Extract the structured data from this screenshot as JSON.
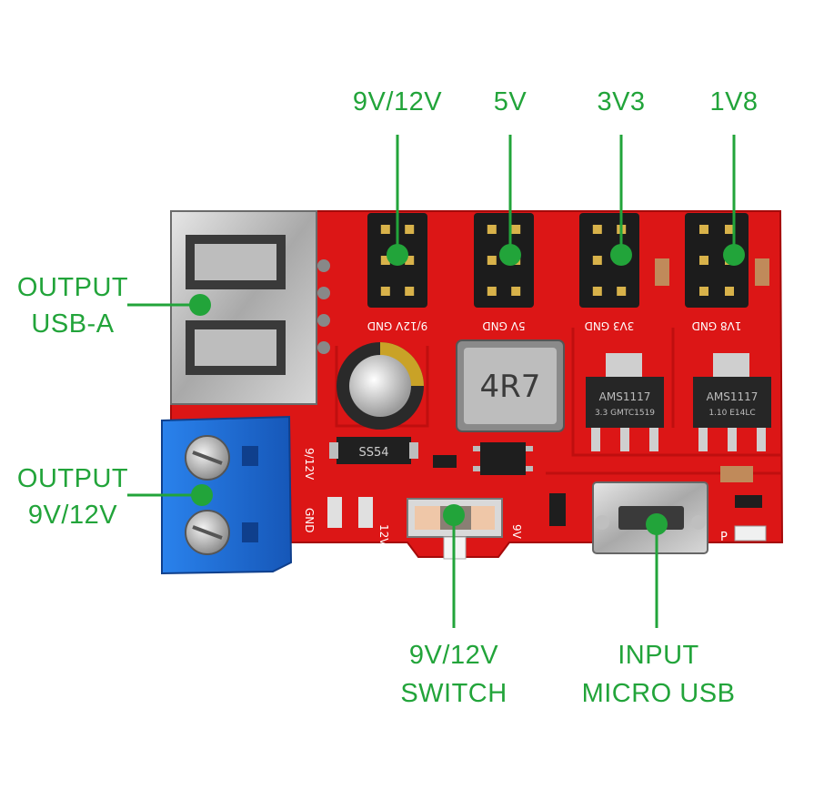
{
  "callouts": {
    "pin_9v12v": "9V/12V",
    "pin_5v": "5V",
    "pin_3v3": "3V3",
    "pin_1v8": "1V8",
    "usb_a": [
      "OUTPUT",
      "USB-A"
    ],
    "terminal": [
      "OUTPUT",
      "9V/12V"
    ],
    "switch": [
      "9V/12V",
      "SWITCH"
    ],
    "micro_usb": [
      "INPUT",
      "MICRO USB"
    ]
  },
  "silkscreen": {
    "header_9v12v": "9/12V  GND",
    "header_5v": "5V  GND",
    "header_3v3": "3V3  GND",
    "header_1v8": "1V8  GND",
    "inductor": "4R7",
    "diode": "SS54",
    "reg_3v3_line1": "AMS1117",
    "reg_3v3_line2": "3.3  GMTC1519",
    "reg_1v8_line1": "AMS1117",
    "reg_1v8_line2": "1.10  E14LC",
    "term_side": "9/12V",
    "term_gnd": "GND",
    "sw_12v": "12V",
    "sw_9v": "9V",
    "pwr_p": "P"
  },
  "colors": {
    "pcb": "#dc1616",
    "pcb_dark": "#b80c0c",
    "callout_green": "#22a43a",
    "terminal_blue": "#1f6fd8"
  }
}
